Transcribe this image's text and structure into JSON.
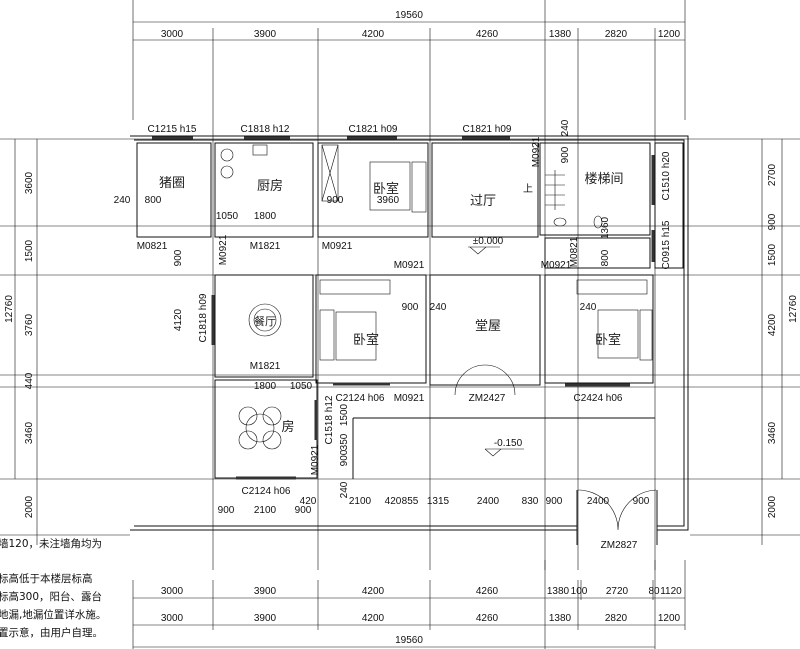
{
  "dims": {
    "total_top": "19560",
    "top": [
      "3000",
      "3900",
      "4200",
      "4260",
      "1380",
      "2820",
      "1200"
    ],
    "bottom1": [
      "3000",
      "3900",
      "4200",
      "4260",
      "1380",
      "100",
      "2720",
      "80",
      "1120"
    ],
    "bottom2": [
      "3000",
      "3900",
      "4200",
      "4260",
      "1380",
      "2820",
      "1200"
    ],
    "total_bottom": "19560",
    "left_total": "12760",
    "left": [
      "3600",
      "1500",
      "3760",
      "440",
      "3460",
      "2000"
    ],
    "right_total": "12760",
    "right": [
      "2700",
      "900",
      "1500",
      "4200",
      "3460",
      "2000"
    ]
  },
  "rooms": [
    "猪圈",
    "厨房",
    "卧室",
    "过厅",
    "楼梯间",
    "餐厅",
    "卧室",
    "堂屋",
    "卧室",
    "房"
  ],
  "windows": [
    "C1215 h15",
    "C1818 h12",
    "C1821 h09",
    "C1821 h09",
    "C1510 h20",
    "C0915 h15",
    "C1818 h09",
    "C1518 h12",
    "C2124 h06",
    "C2424 h06",
    "C2124 h06"
  ],
  "doors": [
    "M0821",
    "M0921",
    "M1821",
    "M0921",
    "M0921",
    "M0921",
    "M0921",
    "M0821",
    "M1821",
    "M0921",
    "ZM2427",
    "M0921",
    "ZM2827"
  ],
  "inner_dims": [
    "240",
    "800",
    "1050",
    "1800",
    "900",
    "3960",
    "900",
    "4120",
    "900",
    "240",
    "240",
    "1800",
    "1050",
    "1500",
    "350",
    "900",
    "240",
    "420",
    "2100",
    "420",
    "855",
    "1315",
    "2400",
    "830",
    "900",
    "2400",
    "900",
    "900",
    "2100",
    "900",
    "240",
    "900",
    "1360",
    "800"
  ],
  "levels": [
    "±0.000",
    "-0.150"
  ],
  "stair_up": "上",
  "notes": [
    "墙120，未注墙角均为",
    "标高低于本楼层标高",
    "标高300，阳台、露台",
    "地漏,地漏位置详水施。",
    "置示意，由用户自理。"
  ]
}
